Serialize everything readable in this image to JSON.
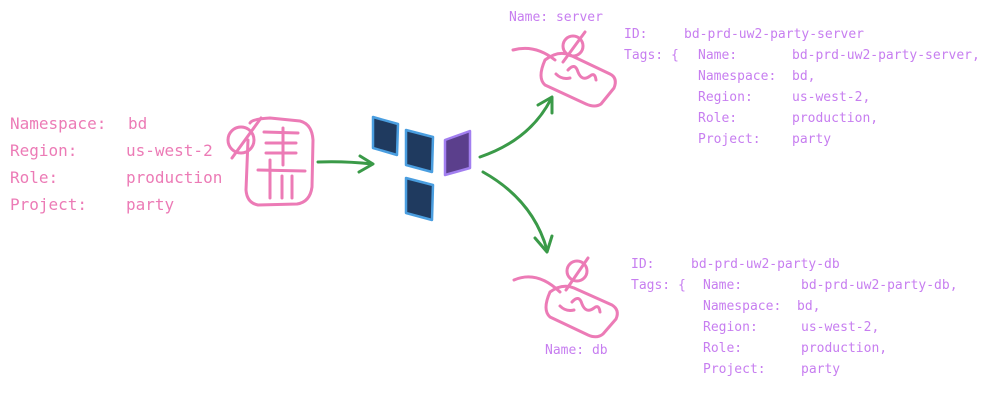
{
  "input": {
    "fields": [
      {
        "key": "Namespace:",
        "value": "bd"
      },
      {
        "key": "Region:",
        "value": "us-west-2"
      },
      {
        "key": "Role:",
        "value": "production"
      },
      {
        "key": "Project:",
        "value": "party"
      }
    ]
  },
  "outputs": [
    {
      "caption": "Name: server",
      "id_label": "ID:",
      "id_value": "bd-prd-uw2-party-server",
      "tags_label": "Tags: {",
      "tags": [
        {
          "key": "Name:",
          "value": "bd-prd-uw2-party-server,"
        },
        {
          "key": "Namespace:",
          "value": "bd,"
        },
        {
          "key": "Region:",
          "value": "us-west-2,"
        },
        {
          "key": "Role:",
          "value": "production,"
        },
        {
          "key": "Project:",
          "value": "party"
        }
      ]
    },
    {
      "caption": "Name: db",
      "id_label": "ID:",
      "id_value": "bd-prd-uw2-party-db",
      "tags_label": "Tags: {",
      "tags": [
        {
          "key": "Name:",
          "value": "bd-prd-uw2-party-db,"
        },
        {
          "key": "Namespace:",
          "value": "bd,"
        },
        {
          "key": "Region:",
          "value": "us-west-2,"
        },
        {
          "key": "Role:",
          "value": "production,"
        },
        {
          "key": "Project:",
          "value": "party"
        }
      ]
    }
  ],
  "colors": {
    "pink": "#ec7bb6",
    "purple_text": "#c77ef0",
    "arrow_green": "#3a9a48",
    "tf_dark": "#1f3a5f",
    "tf_border_blue": "#4a9ee0",
    "tf_purple": "#5b3f8c",
    "tf_border_purple": "#a27ff0"
  },
  "icons": {
    "input": "null-label-icon",
    "logo": "terraform-logo-icon",
    "output_server": "tag-icon",
    "output_db": "tag-icon"
  }
}
